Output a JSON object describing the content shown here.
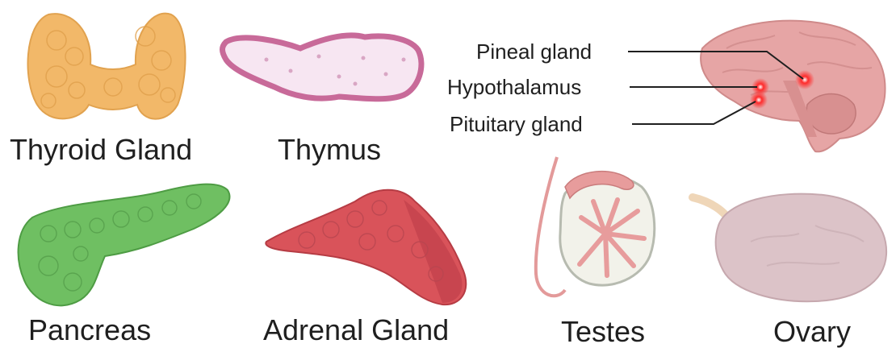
{
  "captions": {
    "thyroid": "Thyroid Gland",
    "thymus": "Thymus",
    "pancreas": "Pancreas",
    "adrenal": "Adrenal Gland",
    "testes": "Testes",
    "ovary": "Ovary"
  },
  "brain_labels": {
    "pineal": "Pineal gland",
    "hypothalamus": "Hypothalamus",
    "pituitary": "Pituitary gland"
  },
  "colors": {
    "thyroid": "#f2b869",
    "thymus_fill": "#f7e6f2",
    "thymus_outline": "#c86a99",
    "pancreas": "#6fbf62",
    "adrenal": "#d9535a",
    "brain": "#e6a5a5",
    "hotspot": "#ff2b2b",
    "testes": "#e79c9c",
    "ovary": "#dcc3c8"
  }
}
